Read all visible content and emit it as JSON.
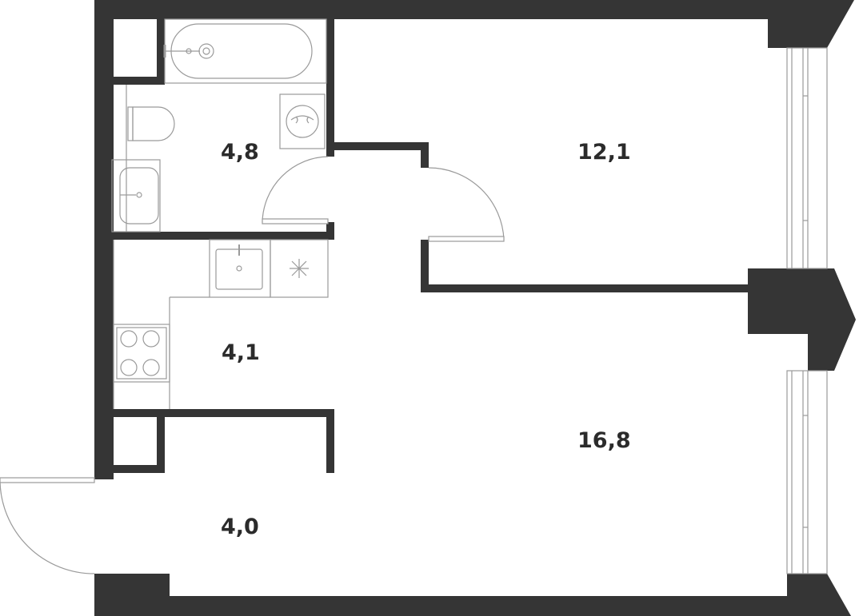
{
  "colors": {
    "wall": "#353535",
    "fixture_stroke": "#9a9a9a",
    "text": "#2b2b2b",
    "background": "#ffffff"
  },
  "rooms": {
    "bathroom": {
      "area": "4,8"
    },
    "bedroom": {
      "area": "12,1"
    },
    "kitchen": {
      "area": "4,1"
    },
    "living": {
      "area": "16,8"
    },
    "hallway": {
      "area": "4,0"
    }
  },
  "fixtures": [
    "bathtub-icon",
    "toilet-icon",
    "sink-icon",
    "washing-machine-icon",
    "kitchen-sink-icon",
    "ventilation-icon",
    "stove-icon"
  ]
}
